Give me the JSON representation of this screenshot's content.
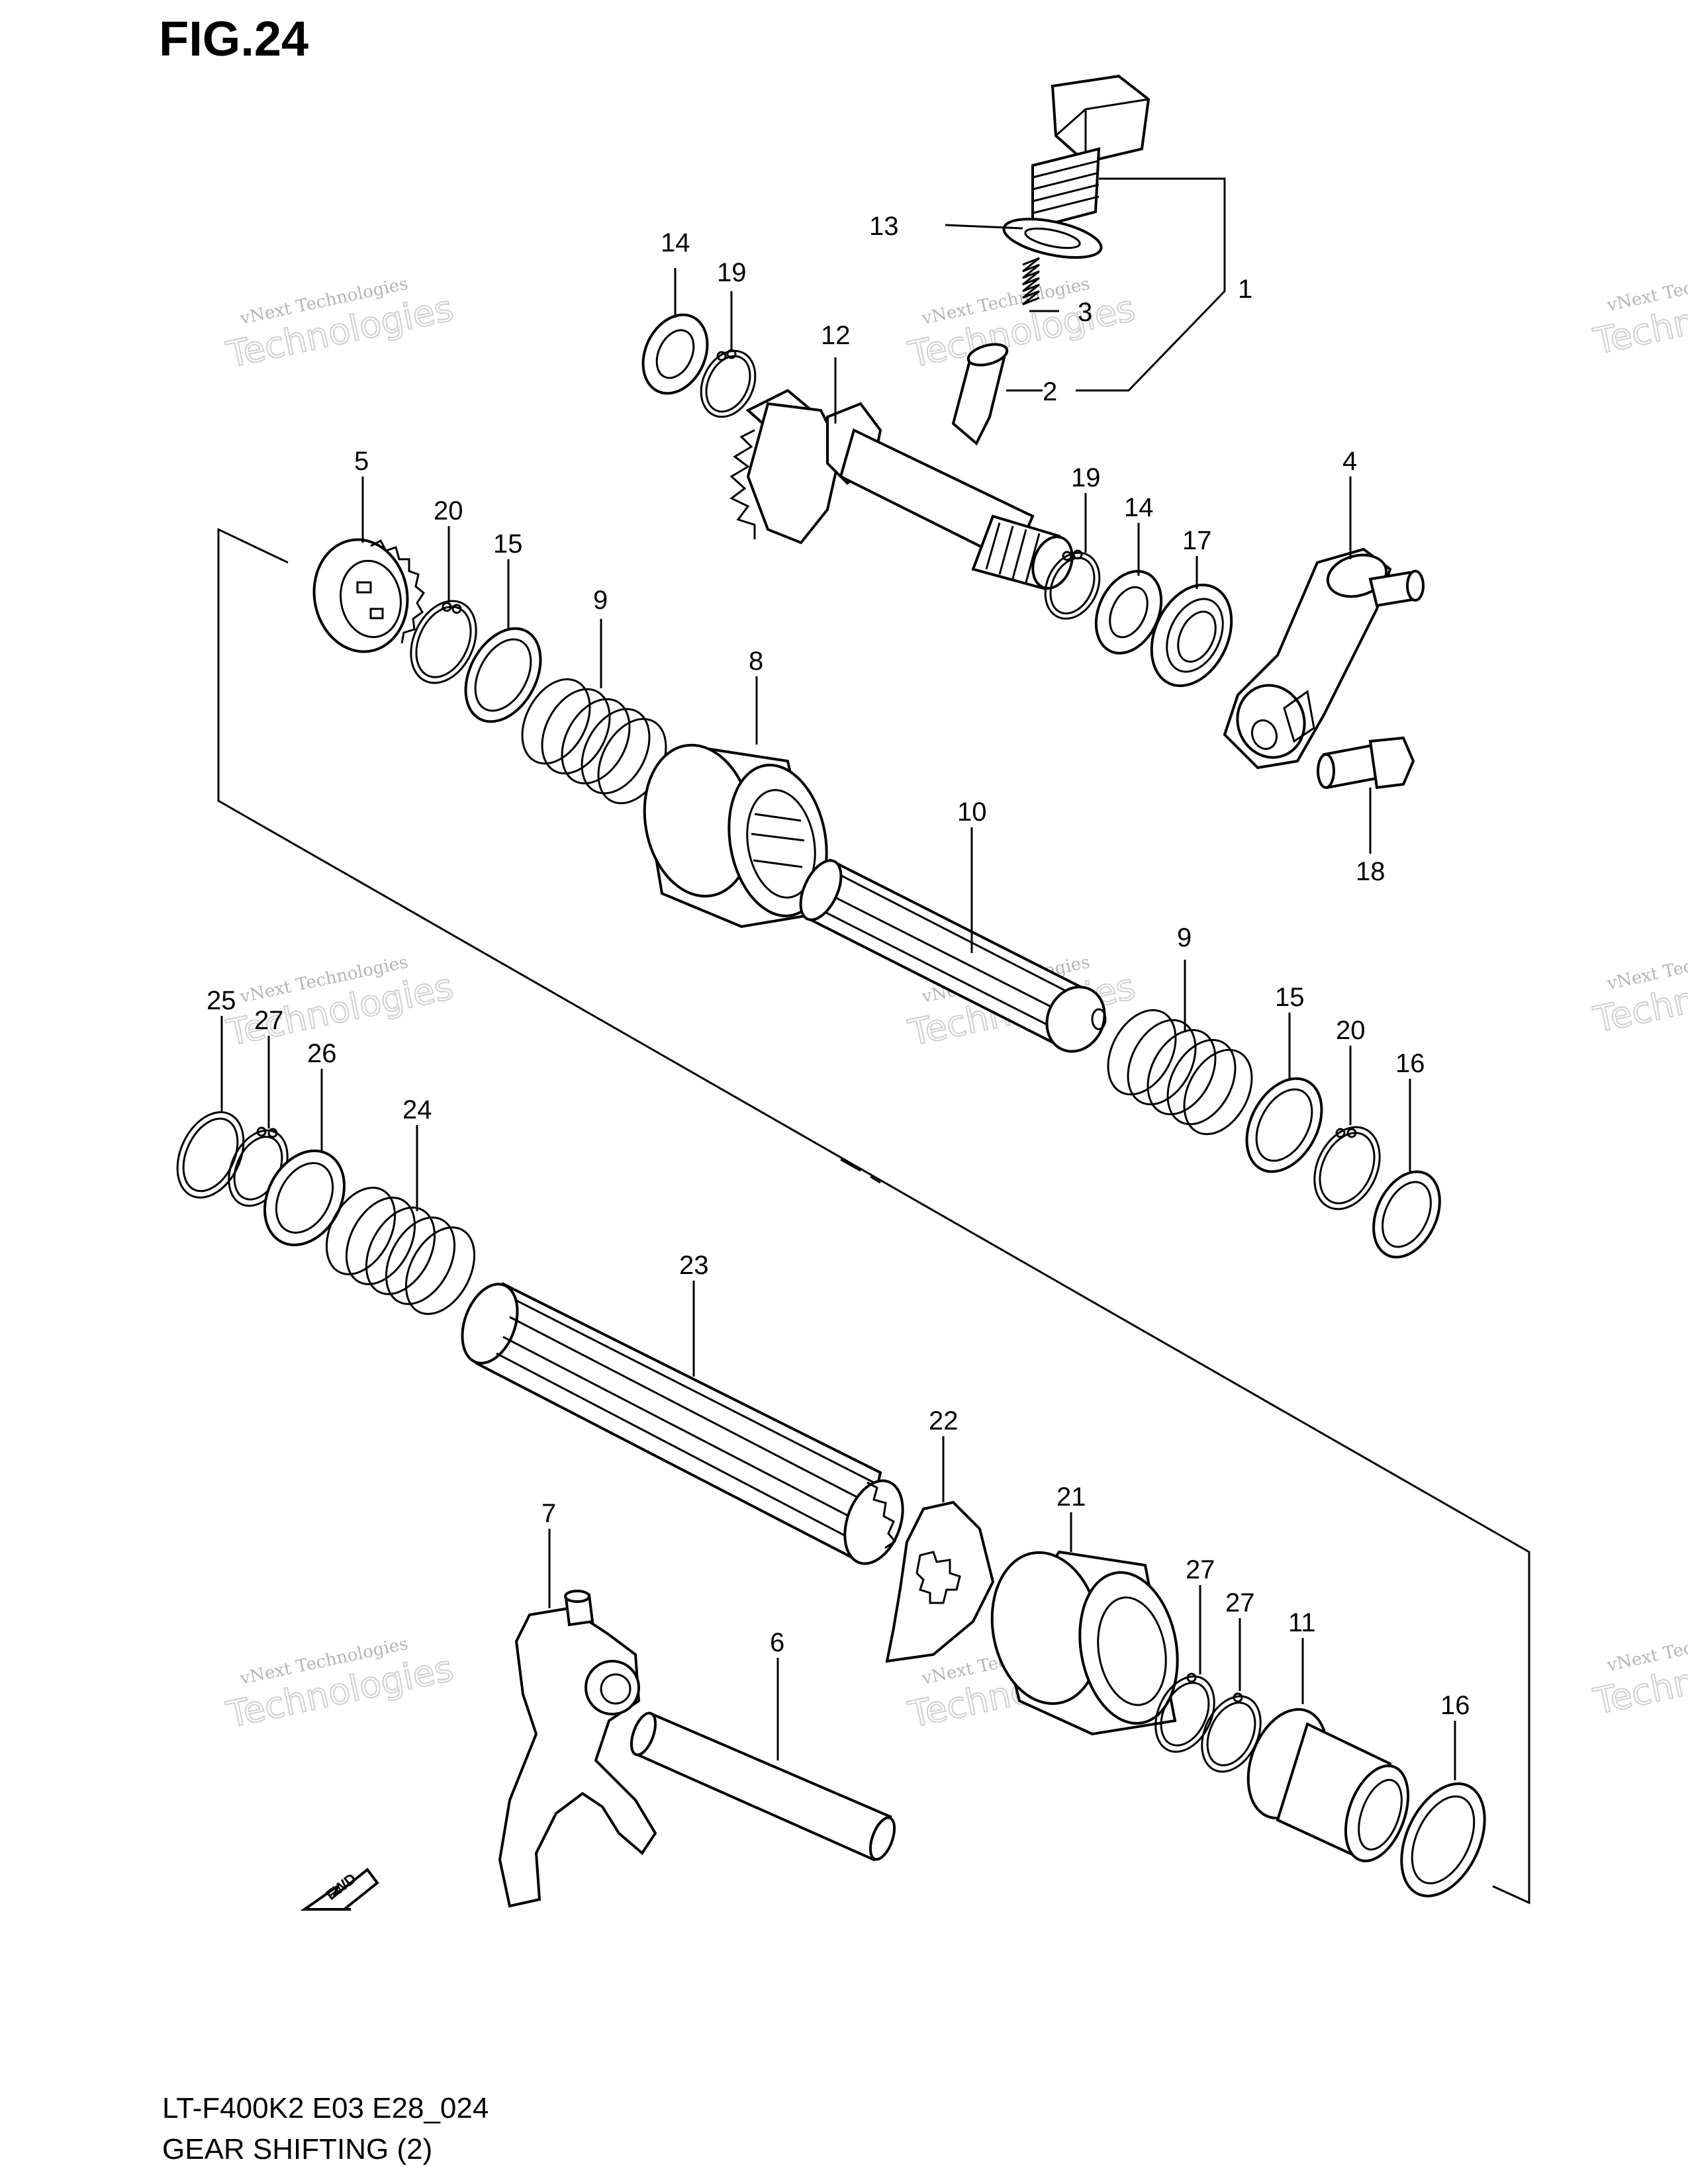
{
  "figure": {
    "title": "FIG.24"
  },
  "footer": {
    "model": "LT-F400K2 E03 E28_024",
    "section": "GEAR SHIFTING (2)"
  },
  "watermark": {
    "line1": "vNext Technologies",
    "line2": "Technologies",
    "line3": "vNext"
  },
  "fwd_label": "FWD",
  "callouts": [
    {
      "label": "1"
    },
    {
      "label": "2"
    },
    {
      "label": "3"
    },
    {
      "label": "13"
    },
    {
      "label": "14"
    },
    {
      "label": "19"
    },
    {
      "label": "12"
    },
    {
      "label": "5"
    },
    {
      "label": "20"
    },
    {
      "label": "15"
    },
    {
      "label": "9"
    },
    {
      "label": "8"
    },
    {
      "label": "19"
    },
    {
      "label": "14"
    },
    {
      "label": "17"
    },
    {
      "label": "4"
    },
    {
      "label": "18"
    },
    {
      "label": "10"
    },
    {
      "label": "25"
    },
    {
      "label": "27"
    },
    {
      "label": "26"
    },
    {
      "label": "24"
    },
    {
      "label": "9"
    },
    {
      "label": "15"
    },
    {
      "label": "20"
    },
    {
      "label": "16"
    },
    {
      "label": "23"
    },
    {
      "label": "22"
    },
    {
      "label": "21"
    },
    {
      "label": "7"
    },
    {
      "label": "6"
    },
    {
      "label": "27"
    },
    {
      "label": "27"
    },
    {
      "label": "11"
    },
    {
      "label": "16"
    }
  ]
}
